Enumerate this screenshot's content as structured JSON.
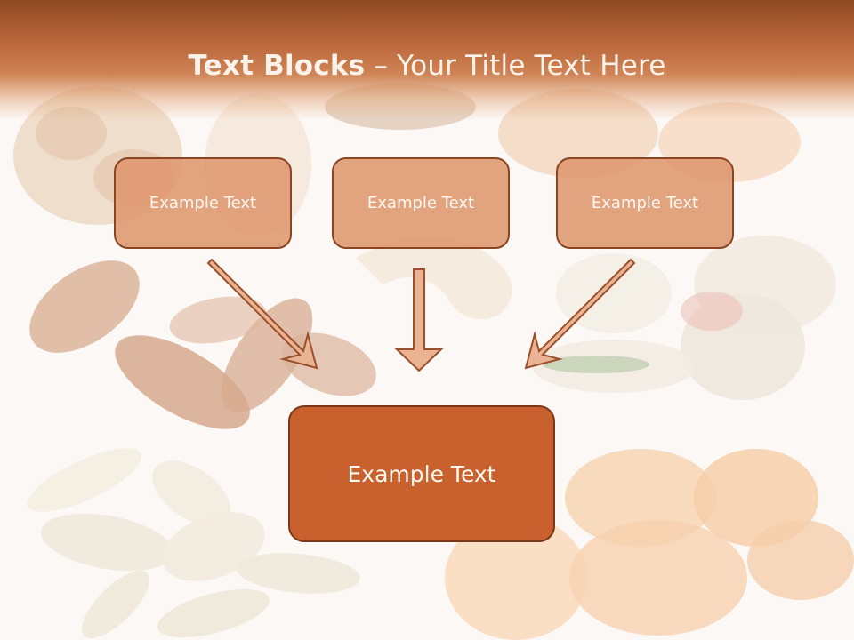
{
  "slide": {
    "title_bold": "Text Blocks",
    "title_rest": "– Your Title Text Here",
    "boxes": [
      "Example Text",
      "Example Text",
      "Example Text"
    ],
    "main_box": "Example Text"
  },
  "colors": {
    "header": "#b9663a",
    "small_box_fill": "#de966e",
    "main_box_fill": "#c9612f",
    "border": "#8b4522",
    "arrow_fill": "#eab392",
    "arrow_stroke": "#9b4f2c"
  },
  "background_image": "dried fruits and nuts (walnut, almonds, cashew, pistachios, pumpkin seeds, dried apricots), faded"
}
